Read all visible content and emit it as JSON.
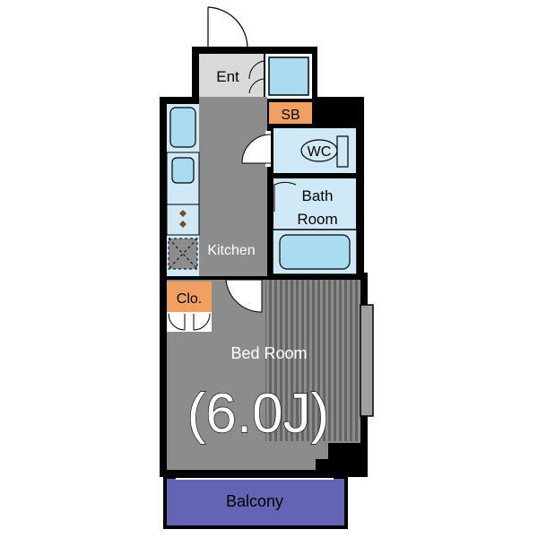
{
  "rooms": {
    "entrance": {
      "label": "Ent"
    },
    "shoe_box": {
      "label": "SB"
    },
    "toilet": {
      "label": "WC"
    },
    "bath": {
      "label_line1": "Bath",
      "label_line2": "Room"
    },
    "kitchen": {
      "label": "Kitchen"
    },
    "closet": {
      "label": "Clo."
    },
    "bedroom": {
      "label": "Bed Room",
      "size": "(6.0J)"
    },
    "balcony": {
      "label": "Balcony"
    }
  },
  "colors": {
    "wall": "#000000",
    "floor_gray": "#8c8c8c",
    "entrance_floor": "#d9d9d9",
    "wet_area": "#cfe9f6",
    "fixture_blue": "#a9dcf0",
    "orange": "#f0a060",
    "balcony": "#6464b4",
    "stripe": "#5f5f5f"
  }
}
